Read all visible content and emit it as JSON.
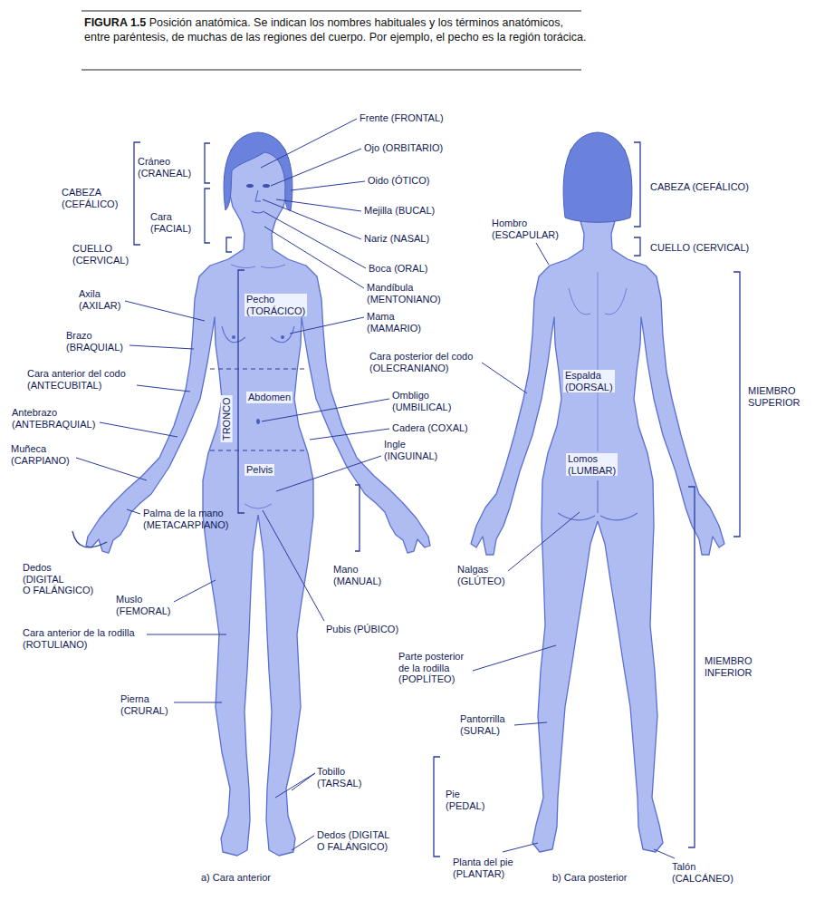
{
  "diagram": {
    "caption": "FIGURA 1.5 Posición anatómica. Se indican los nombres habituales y los términos anatómicos, entre paréntesis, de muchas de las regiones del cuerpo. Por ejemplo, el pecho es la región torácica.",
    "labels": [
      "Frente (FRONTAL)",
      "Ojo (ORBITARIO)",
      "Oido (ÓTICO)",
      "Mejilla (BUCAL)",
      "Nariz (NASAL)",
      "Boca (ORAL)",
      "Mandíbula (MENTONIANO)",
      "Mama (MAMARIO)",
      "Cráneo (CRANEAL)",
      "Cara (FACIAL)",
      "CABEZA (CEFÁLICO)",
      "CUELLO (CERVICAL)",
      "Axila (AXILAR)",
      "Pecho (TORÁCICO)",
      "Brazo (BRAQUIAL)",
      "Cara anterior del codo (ANTECUBITAL)",
      "Abdomen",
      "Ombligo (UMBILICAL)",
      "TRONCO",
      "Antebrazo (ANTEBRAQUIAL)",
      "Cadera (COXAL)",
      "Ingle (INGUINAL)",
      "Muñeca (CARPIANO)",
      "Pelvis",
      "Palma de la mano (METACARPIANO)",
      "Dedos (DIGITAL O FALÁNGICO)",
      "Mano (MANUAL)",
      "Muslo (FEMORAL)",
      "Pubis (PÚBICO)",
      "Cara anterior de la rodilla (ROTULIANO)",
      "Pierna (CRURAL)",
      "Tobillo (TARSAL)",
      "Dedos (DIGITAL O FALÁNGICO)",
      "a) Cara anterior",
      "CABEZA (CEFÁLICO)",
      "Hombro (ESCAPULAR)",
      "CUELLO (CERVICAL)",
      "Cara posterior del codo (OLECRANIANO)",
      "Espalda (DORSAL)",
      "MIEMBRO SUPERIOR",
      "Lomos (LUMBAR)",
      "Nalgas (GLÚTEO)",
      "Parte posterior de la rodilla (POPLÍTEO)",
      "MIEMBRO INFERIOR",
      "Pantorrilla (SURAL)",
      "Pie (PEDAL)",
      "Planta del pie (PLANTAR)",
      "b) Cara posterior",
      "Talón (CALCÁNEO)"
    ]
  }
}
